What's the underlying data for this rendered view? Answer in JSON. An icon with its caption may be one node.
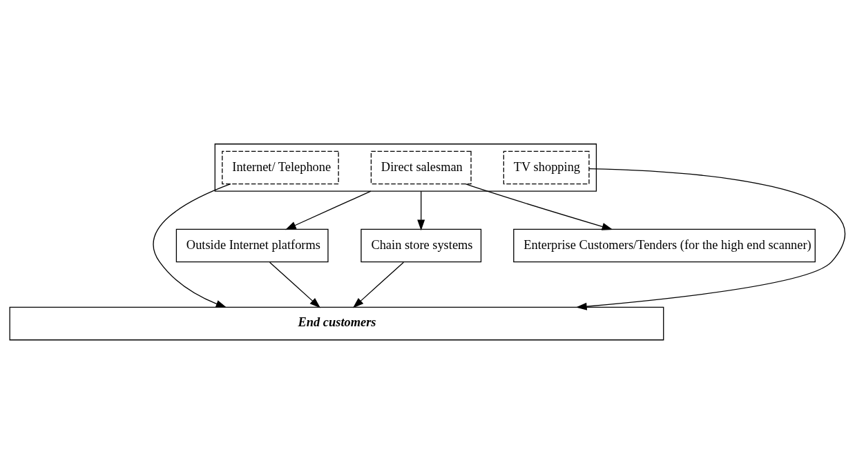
{
  "diagram": {
    "nodes": [
      {
        "text": [],
        "shape": "box"
      },
      {
        "text": [
          "Internet/ Telephone"
        ],
        "in": 0
      },
      {
        "text": [
          "Direct salesman"
        ],
        "in": 0
      },
      {
        "text": [
          "TV shopping"
        ],
        "in": 0
      },
      {
        "text": [
          "Outside Internet platforms"
        ]
      },
      {
        "text": [
          "Chain store systems"
        ]
      },
      {
        "text": [
          "Enterprise Customers/Tenders (for the high end scanner)"
        ]
      },
      {
        "text": [
          "End customers"
        ]
      }
    ],
    "edges": [
      {
        "from": 1,
        "to": 7,
        "arrow": "to"
      },
      {
        "from": 0,
        "to": 4,
        "arrow": "to"
      },
      {
        "from": 0,
        "to": 5,
        "arrow": "to"
      },
      {
        "from": 2,
        "to": 6,
        "arrow": "to"
      },
      {
        "from": 3,
        "to": 7,
        "arrow": "to"
      },
      {
        "from": 4,
        "to": 7,
        "arrow": "to"
      },
      {
        "from": 5,
        "to": 7,
        "arrow": "to"
      }
    ]
  }
}
